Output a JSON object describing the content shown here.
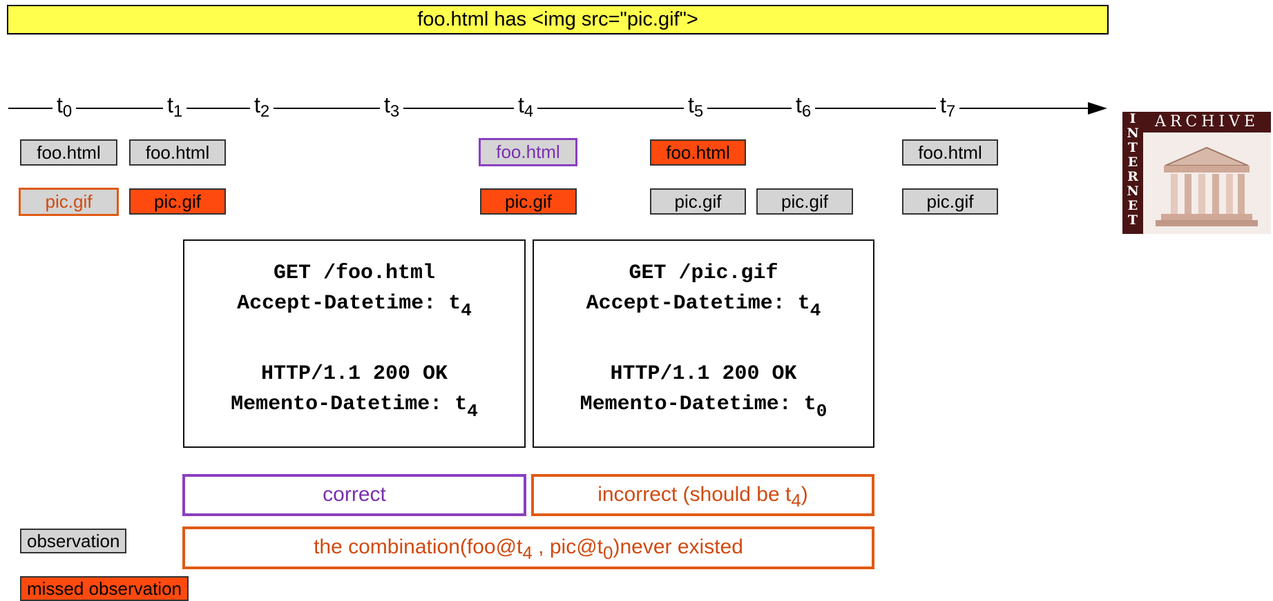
{
  "banner": "foo.html has <img src=\"pic.gif\">",
  "timeline": {
    "ticks": [
      {
        "t": "t",
        "sub": "0"
      },
      {
        "t": "t",
        "sub": "1"
      },
      {
        "t": "t",
        "sub": "2"
      },
      {
        "t": "t",
        "sub": "3"
      },
      {
        "t": "t",
        "sub": "4"
      },
      {
        "t": "t",
        "sub": "5"
      },
      {
        "t": "t",
        "sub": "6"
      },
      {
        "t": "t",
        "sub": "7"
      }
    ]
  },
  "observations": {
    "html_label": "foo.html",
    "gif_label": "pic.gif"
  },
  "request_html": {
    "line1": "GET /foo.html",
    "line2": "Accept-Datetime: t",
    "line2_sub": "4",
    "line3": "HTTP/1.1 200 OK",
    "line4": "Memento-Datetime: t",
    "line4_sub": "4"
  },
  "request_gif": {
    "line1": "GET /pic.gif",
    "line2": "Accept-Datetime: t",
    "line2_sub": "4",
    "line3": "HTTP/1.1 200 OK",
    "line4": "Memento-Datetime: t",
    "line4_sub": "0"
  },
  "verdicts": {
    "correct": "correct",
    "incorrect_pre": "incorrect (should be t",
    "incorrect_sub": "4",
    "incorrect_post": ")",
    "combo_pre": "the combination(foo@t",
    "combo_sub1": "4",
    "combo_mid": " , pic@t",
    "combo_sub2": "0",
    "combo_post": ")never existed"
  },
  "legend": {
    "observation": "observation",
    "missed": "missed observation"
  },
  "archive_logo": {
    "top": "ARCHIVE",
    "side": "INTERNET"
  },
  "colors": {
    "banner": "#ffff4d",
    "observed": "#d4d4d4",
    "missed": "#ff4a0f",
    "purple": "#8a3fc0",
    "orange": "#e05a14"
  }
}
